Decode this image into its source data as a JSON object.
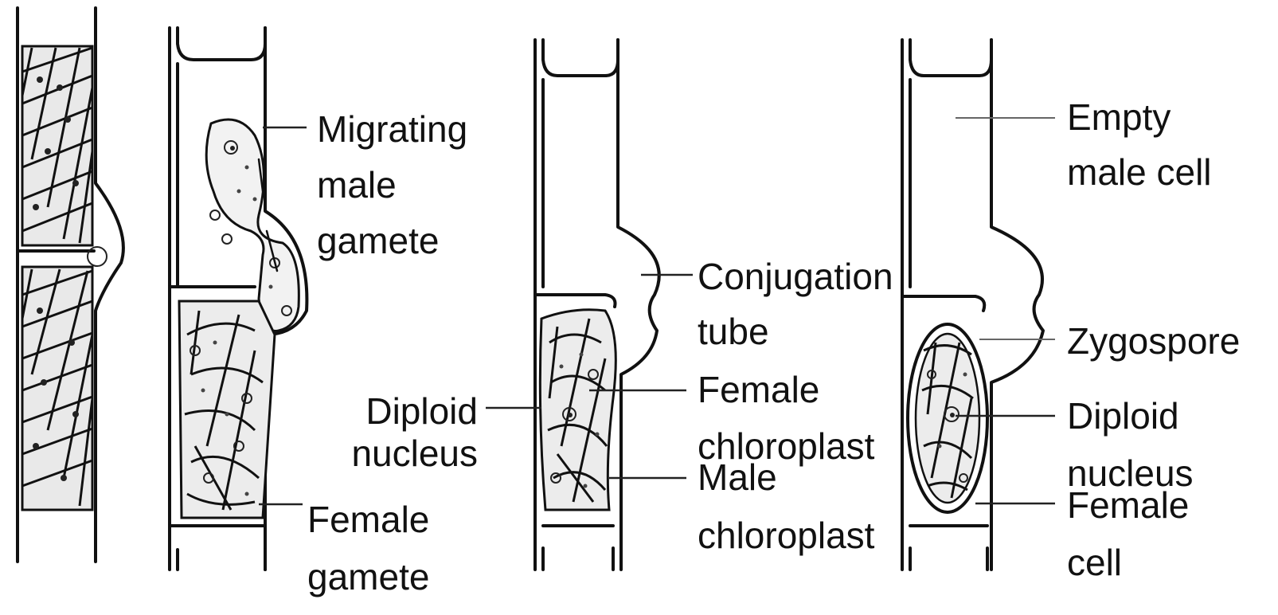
{
  "labels": {
    "migrating_male_gamete": [
      "Migrating",
      "male",
      "gamete"
    ],
    "female_gamete": [
      "Female",
      "gamete"
    ],
    "conjugation_tube": [
      "Conjugation",
      "tube"
    ],
    "diploid_nucleus_left": [
      "Diploid",
      "nucleus"
    ],
    "female_chloroplast": [
      "Female",
      "chloroplast"
    ],
    "male_chloroplast": [
      "Male",
      "chloroplast"
    ],
    "empty_male_cell": [
      "Empty",
      "male cell"
    ],
    "zygospore": [
      "Zygospore"
    ],
    "diploid_nucleus_right": [
      "Diploid",
      "nucleus"
    ],
    "female_cell": [
      "Female",
      "cell"
    ]
  }
}
